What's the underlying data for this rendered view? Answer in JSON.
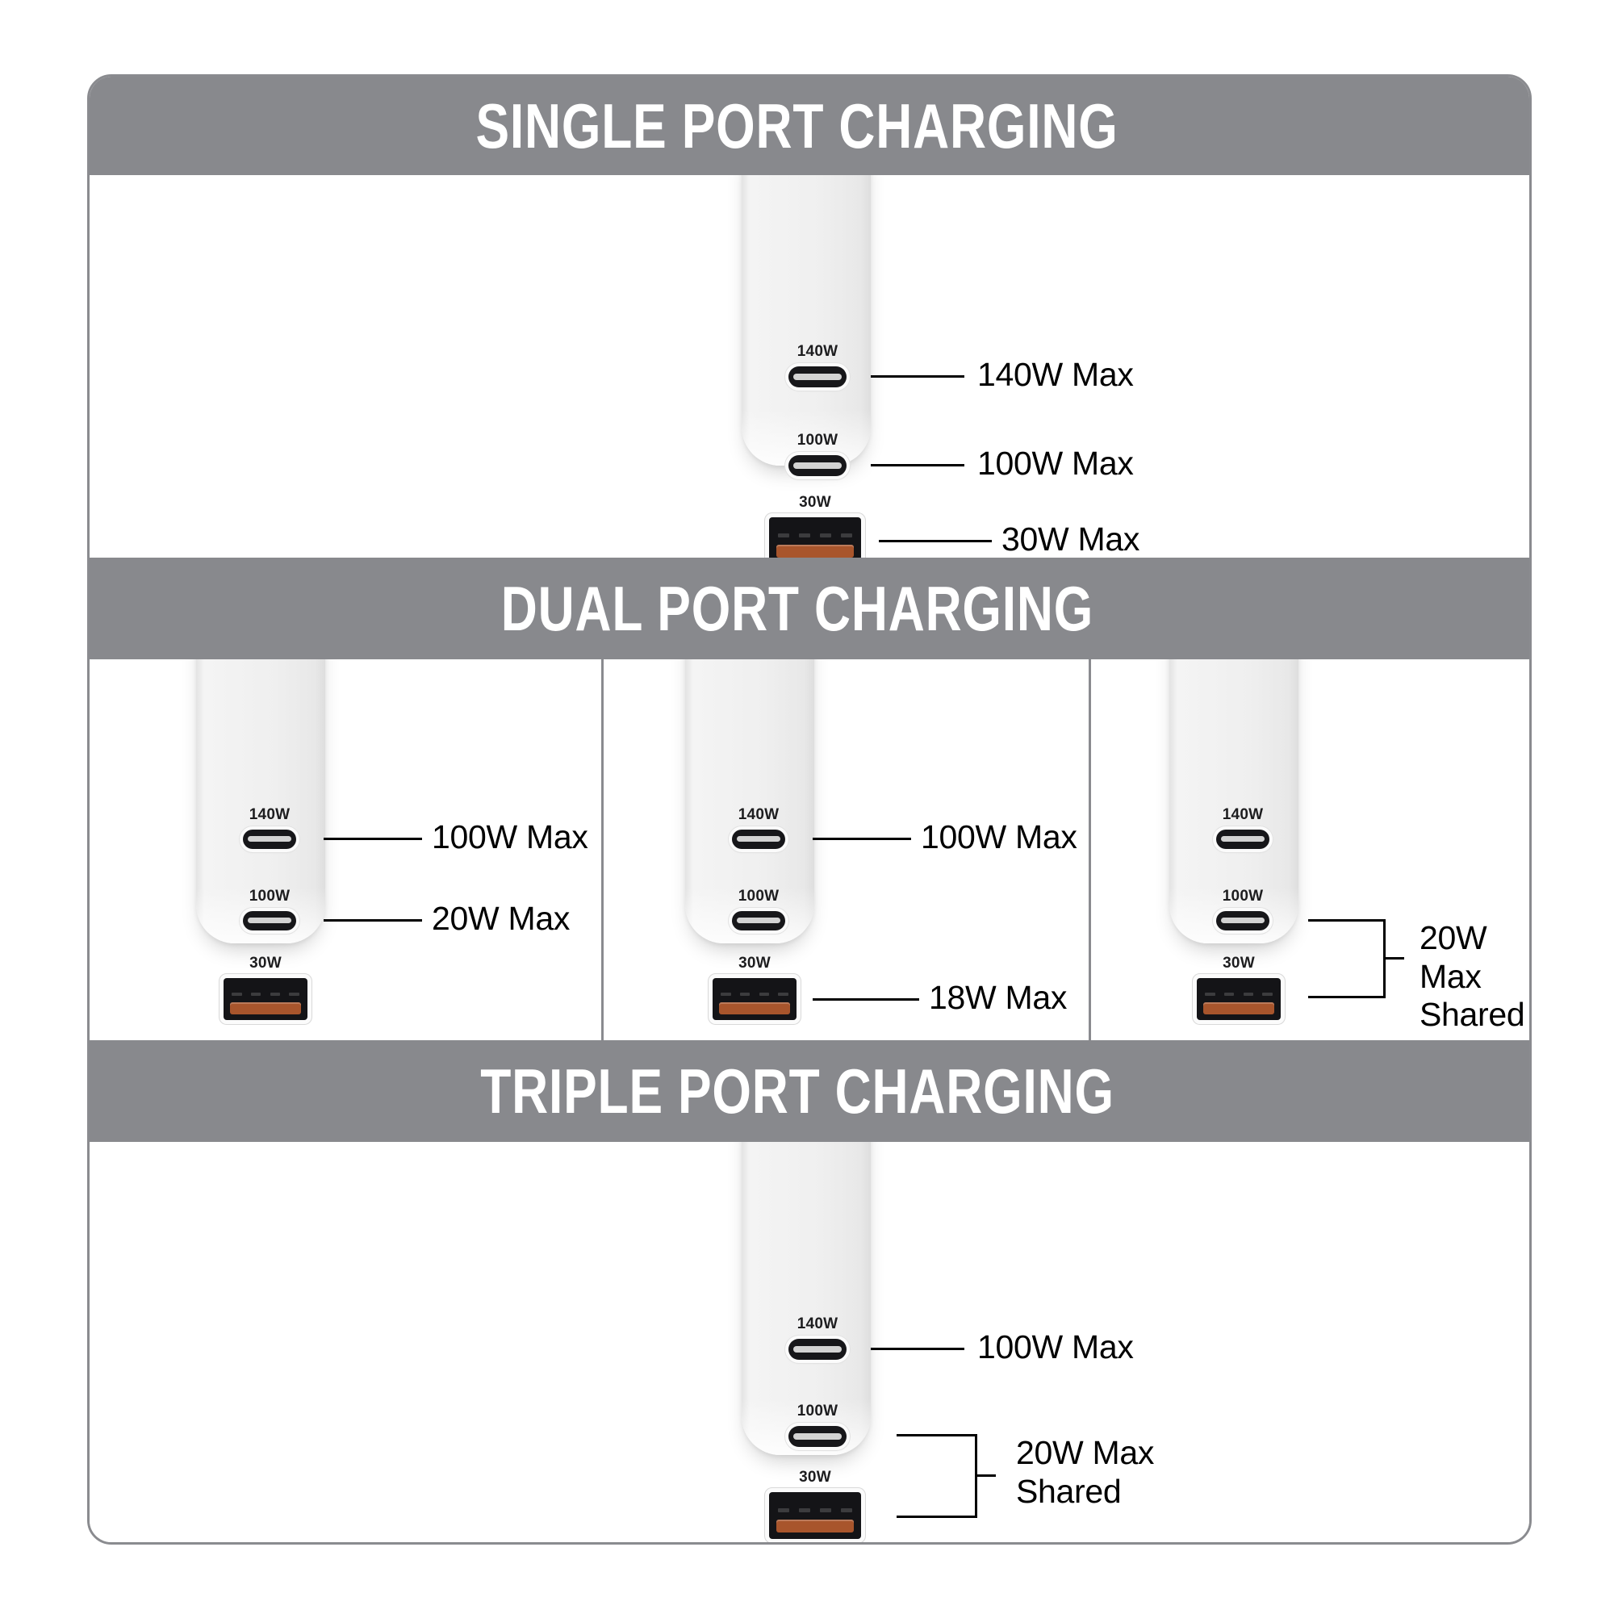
{
  "card": {
    "border_color": "#8a8b8f",
    "band_color": "#88898d",
    "band_text_color": "#ffffff"
  },
  "sections": [
    {
      "id": "single",
      "title": "SINGLE PORT CHARGING",
      "panels": [
        {
          "id": "single-panel",
          "ports": [
            {
              "id": "usbc-140",
              "type": "usb-c",
              "cap": "140W"
            },
            {
              "id": "usbc-100",
              "type": "usb-c",
              "cap": "100W"
            },
            {
              "id": "usba-30",
              "type": "usb-a",
              "cap": "30W"
            }
          ],
          "callouts": [
            {
              "id": "c1",
              "text": "140W Max"
            },
            {
              "id": "c2",
              "text": "100W Max"
            },
            {
              "id": "c3",
              "text": "30W Max"
            }
          ]
        }
      ]
    },
    {
      "id": "dual",
      "title": "DUAL PORT CHARGING",
      "panels": [
        {
          "id": "dual-panel-1",
          "ports": [
            {
              "id": "usbc-140",
              "type": "usb-c",
              "cap": "140W"
            },
            {
              "id": "usbc-100",
              "type": "usb-c",
              "cap": "100W"
            },
            {
              "id": "usba-30",
              "type": "usb-a",
              "cap": "30W"
            }
          ],
          "callouts": [
            {
              "id": "c1",
              "text": "100W Max"
            },
            {
              "id": "c2",
              "text": "20W Max"
            }
          ]
        },
        {
          "id": "dual-panel-2",
          "ports": [
            {
              "id": "usbc-140",
              "type": "usb-c",
              "cap": "140W"
            },
            {
              "id": "usbc-100",
              "type": "usb-c",
              "cap": "100W"
            },
            {
              "id": "usba-30",
              "type": "usb-a",
              "cap": "30W"
            }
          ],
          "callouts": [
            {
              "id": "c1",
              "text": "100W Max"
            },
            {
              "id": "c2",
              "text": "18W Max"
            }
          ]
        },
        {
          "id": "dual-panel-3",
          "ports": [
            {
              "id": "usbc-140",
              "type": "usb-c",
              "cap": "140W"
            },
            {
              "id": "usbc-100",
              "type": "usb-c",
              "cap": "100W"
            },
            {
              "id": "usba-30",
              "type": "usb-a",
              "cap": "30W"
            }
          ],
          "callouts": [
            {
              "id": "c1",
              "text": "20W Max\nShared"
            }
          ]
        }
      ]
    },
    {
      "id": "triple",
      "title": "TRIPLE PORT CHARGING",
      "panels": [
        {
          "id": "triple-panel",
          "ports": [
            {
              "id": "usbc-140",
              "type": "usb-c",
              "cap": "140W"
            },
            {
              "id": "usbc-100",
              "type": "usb-c",
              "cap": "100W"
            },
            {
              "id": "usba-30",
              "type": "usb-a",
              "cap": "30W"
            }
          ],
          "callouts": [
            {
              "id": "c1",
              "text": "100W Max"
            },
            {
              "id": "c2",
              "text": "20W Max\nShared"
            }
          ]
        }
      ]
    }
  ]
}
